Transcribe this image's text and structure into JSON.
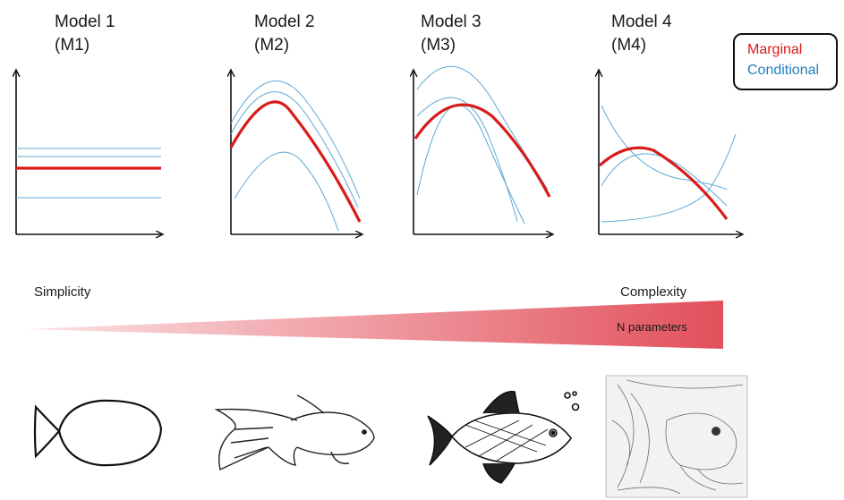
{
  "models": [
    {
      "line1": "Model 1",
      "line2": "(M1)"
    },
    {
      "line1": "Model 2",
      "line2": "(M2)"
    },
    {
      "line1": "Model 3",
      "line2": "(M3)"
    },
    {
      "line1": "Model 4",
      "line2": "(M4)"
    }
  ],
  "legend": {
    "marginal": "Marginal",
    "conditional": "Conditional"
  },
  "colors": {
    "marginal": "#d81b1b",
    "conditional": "#5fa8d3",
    "axis": "#111111",
    "wedge": "#e04a55"
  },
  "scale": {
    "left_label": "Simplicity",
    "right_label": "Complexity",
    "bar_label": "N parameters"
  },
  "icons": [
    "simple-fish-outline-icon",
    "goldfish-line-drawing-icon",
    "detailed-fish-drawing-icon",
    "goldfish-photo-sketch-icon"
  ]
}
